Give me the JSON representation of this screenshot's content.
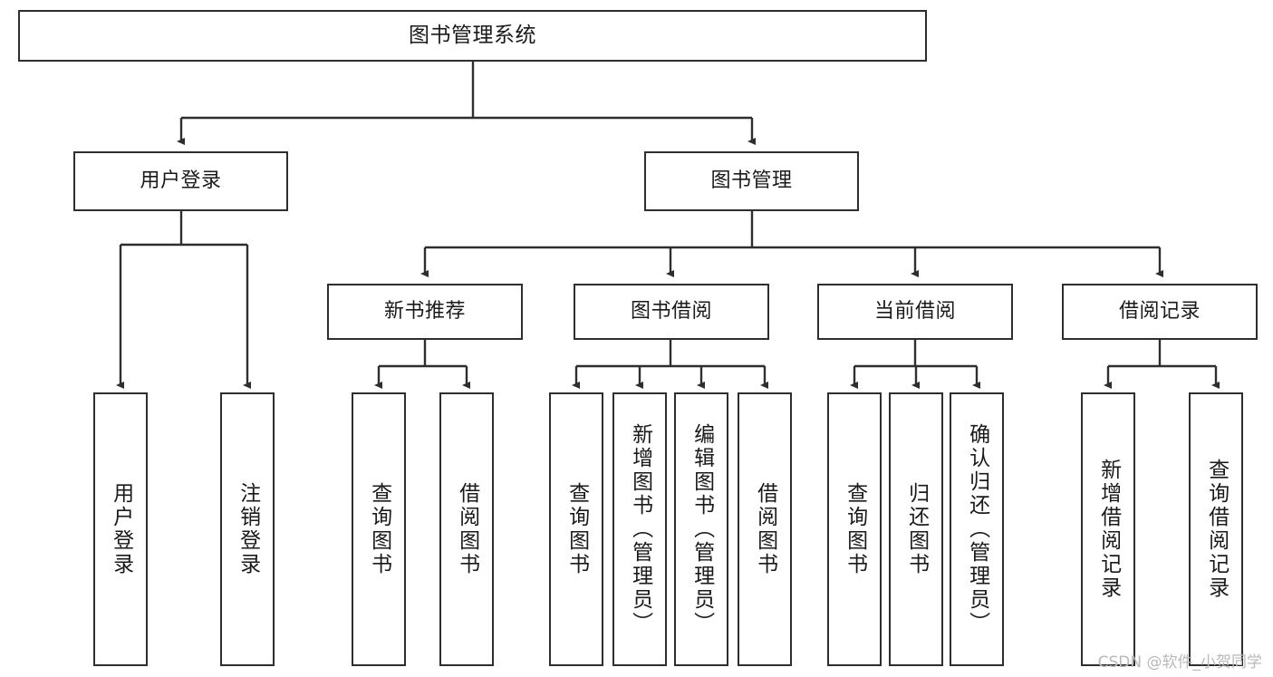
{
  "diagram": {
    "title": "图书管理系统",
    "type": "tree-hierarchy-diagram",
    "watermark": "CSDN @软件_小贺同学",
    "colors": {
      "stroke": "#2e2e2e",
      "fill": "#ffffff",
      "text": "#1a1a1a",
      "watermark": "#b9b9b9"
    },
    "nodes": {
      "root": {
        "label": "图书管理系统"
      },
      "level2": [
        {
          "label": "用户登录"
        },
        {
          "label": "图书管理"
        }
      ],
      "level3": [
        {
          "label": "新书推荐"
        },
        {
          "label": "图书借阅"
        },
        {
          "label": "当前借阅"
        },
        {
          "label": "借阅记录"
        }
      ],
      "leaves_user_login": [
        {
          "label": "用户登录"
        },
        {
          "label": "注销登录"
        }
      ],
      "leaves_new_book": [
        {
          "label": "查询图书"
        },
        {
          "label": "借阅图书"
        }
      ],
      "leaves_borrow": [
        {
          "label": "查询图书"
        },
        {
          "label": "新增图书（管理员）"
        },
        {
          "label": "编辑图书（管理员）"
        },
        {
          "label": "借阅图书"
        }
      ],
      "leaves_current": [
        {
          "label": "查询图书"
        },
        {
          "label": "归还图书"
        },
        {
          "label": "确认归还（管理员）"
        }
      ],
      "leaves_records": [
        {
          "label": "新增借阅记录"
        },
        {
          "label": "查询借阅记录"
        }
      ]
    }
  }
}
